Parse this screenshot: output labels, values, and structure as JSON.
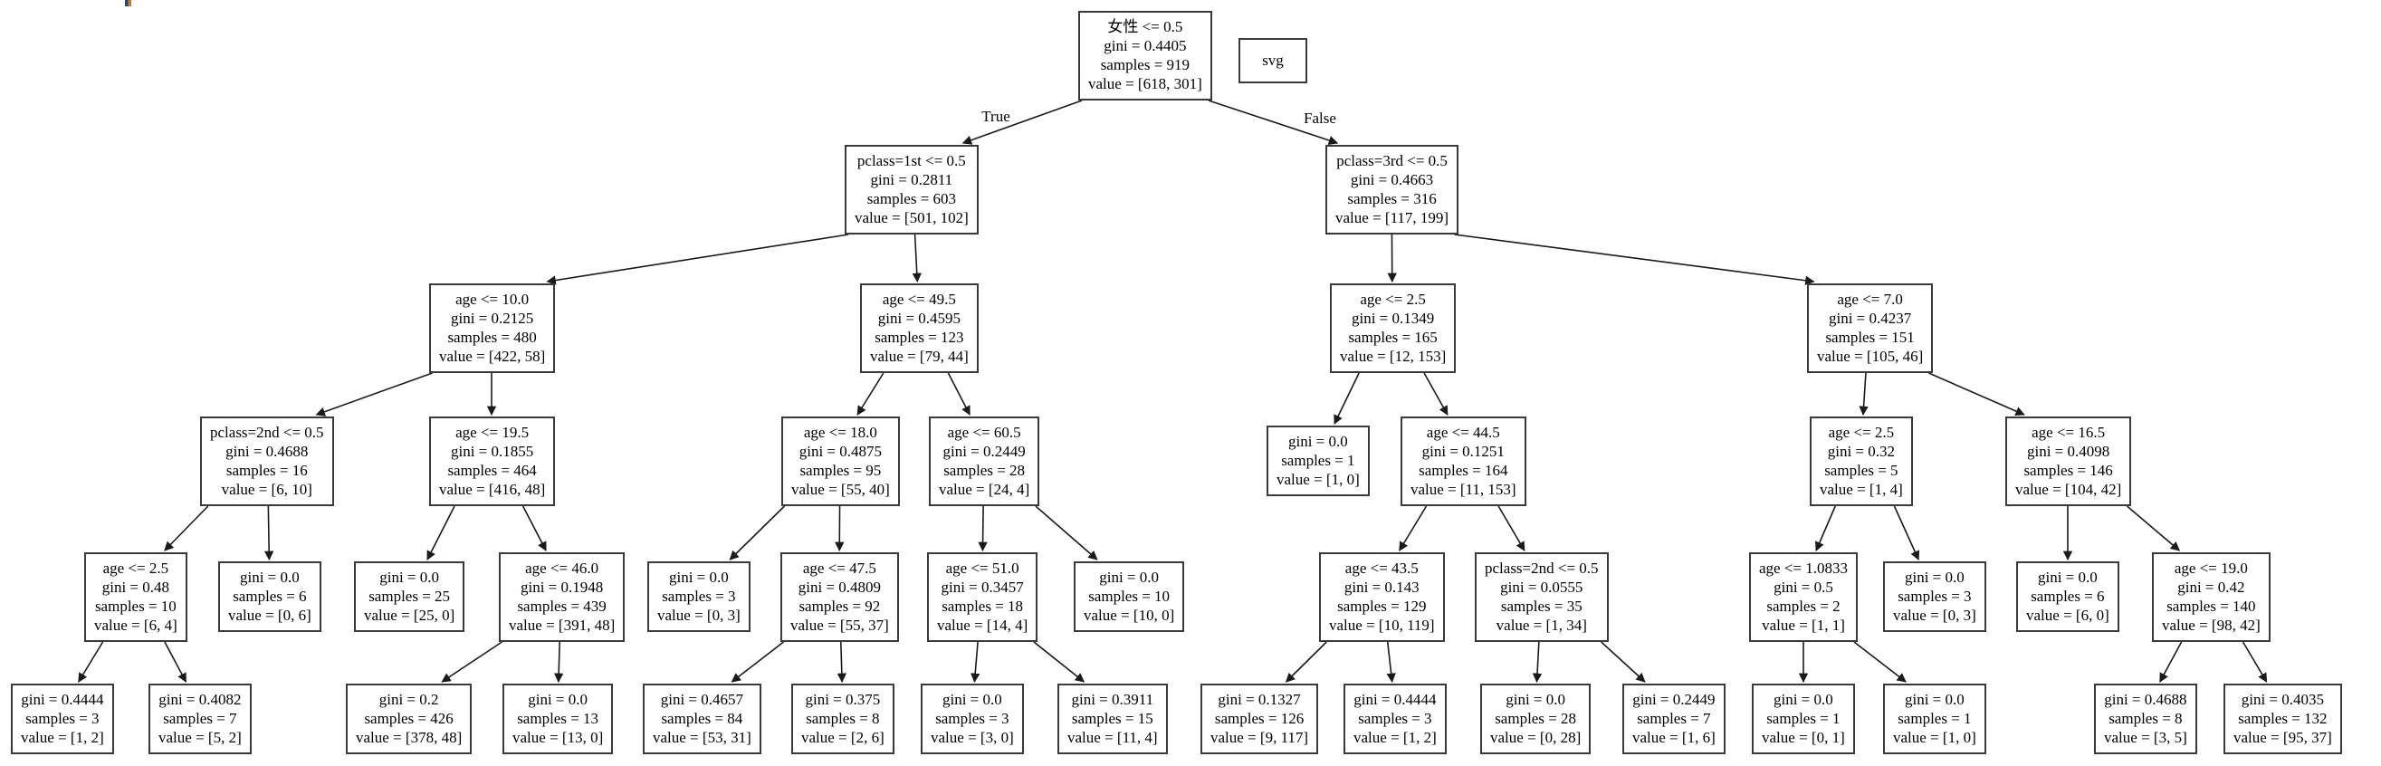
{
  "page": {
    "background": "#ffffff"
  },
  "colors": {
    "node_border": "#3a3a3a",
    "edge_stroke": "#1a1a1a",
    "text": "#000000"
  },
  "svg_badge": {
    "label": "svg"
  },
  "edge_labels": {
    "true_label": "True",
    "false_label": "False"
  },
  "tree": {
    "nodes": [
      {
        "id": "n0",
        "lines": [
          "女性 <= 0.5",
          "gini = 0.4405",
          "samples = 919",
          "value = [618, 301]"
        ]
      },
      {
        "id": "n1",
        "lines": [
          "pclass=1st <= 0.5",
          "gini = 0.2811",
          "samples = 603",
          "value = [501, 102]"
        ]
      },
      {
        "id": "n2",
        "lines": [
          "pclass=3rd <= 0.5",
          "gini = 0.4663",
          "samples = 316",
          "value = [117, 199]"
        ]
      },
      {
        "id": "n3",
        "lines": [
          "age <= 10.0",
          "gini = 0.2125",
          "samples = 480",
          "value = [422, 58]"
        ]
      },
      {
        "id": "n4",
        "lines": [
          "age <= 49.5",
          "gini = 0.4595",
          "samples = 123",
          "value = [79, 44]"
        ]
      },
      {
        "id": "n5",
        "lines": [
          "age <= 2.5",
          "gini = 0.1349",
          "samples = 165",
          "value = [12, 153]"
        ]
      },
      {
        "id": "n6",
        "lines": [
          "age <= 7.0",
          "gini = 0.4237",
          "samples = 151",
          "value = [105, 46]"
        ]
      },
      {
        "id": "n7",
        "lines": [
          "pclass=2nd <= 0.5",
          "gini = 0.4688",
          "samples = 16",
          "value = [6, 10]"
        ]
      },
      {
        "id": "n8",
        "lines": [
          "age <= 19.5",
          "gini = 0.1855",
          "samples = 464",
          "value = [416, 48]"
        ]
      },
      {
        "id": "n9",
        "lines": [
          "age <= 18.0",
          "gini = 0.4875",
          "samples = 95",
          "value = [55, 40]"
        ]
      },
      {
        "id": "n10",
        "lines": [
          "age <= 60.5",
          "gini = 0.2449",
          "samples = 28",
          "value = [24, 4]"
        ]
      },
      {
        "id": "n11",
        "lines": [
          "gini = 0.0",
          "samples = 1",
          "value = [1, 0]"
        ]
      },
      {
        "id": "n12",
        "lines": [
          "age <= 44.5",
          "gini = 0.1251",
          "samples = 164",
          "value = [11, 153]"
        ]
      },
      {
        "id": "n13",
        "lines": [
          "age <= 2.5",
          "gini = 0.32",
          "samples = 5",
          "value = [1, 4]"
        ]
      },
      {
        "id": "n14",
        "lines": [
          "age <= 16.5",
          "gini = 0.4098",
          "samples = 146",
          "value = [104, 42]"
        ]
      },
      {
        "id": "n15",
        "lines": [
          "age <= 2.5",
          "gini = 0.48",
          "samples = 10",
          "value = [6, 4]"
        ]
      },
      {
        "id": "n16",
        "lines": [
          "gini = 0.0",
          "samples = 6",
          "value = [0, 6]"
        ]
      },
      {
        "id": "n17",
        "lines": [
          "gini = 0.0",
          "samples = 25",
          "value = [25, 0]"
        ]
      },
      {
        "id": "n18",
        "lines": [
          "age <= 46.0",
          "gini = 0.1948",
          "samples = 439",
          "value = [391, 48]"
        ]
      },
      {
        "id": "n19",
        "lines": [
          "gini = 0.0",
          "samples = 3",
          "value = [0, 3]"
        ]
      },
      {
        "id": "n20",
        "lines": [
          "age <= 47.5",
          "gini = 0.4809",
          "samples = 92",
          "value = [55, 37]"
        ]
      },
      {
        "id": "n21",
        "lines": [
          "age <= 51.0",
          "gini = 0.3457",
          "samples = 18",
          "value = [14, 4]"
        ]
      },
      {
        "id": "n22",
        "lines": [
          "gini = 0.0",
          "samples = 10",
          "value = [10, 0]"
        ]
      },
      {
        "id": "n23",
        "lines": [
          "age <= 43.5",
          "gini = 0.143",
          "samples = 129",
          "value = [10, 119]"
        ]
      },
      {
        "id": "n24",
        "lines": [
          "pclass=2nd <= 0.5",
          "gini = 0.0555",
          "samples = 35",
          "value = [1, 34]"
        ]
      },
      {
        "id": "n25",
        "lines": [
          "age <= 1.0833",
          "gini = 0.5",
          "samples = 2",
          "value = [1, 1]"
        ]
      },
      {
        "id": "n26",
        "lines": [
          "gini = 0.0",
          "samples = 3",
          "value = [0, 3]"
        ]
      },
      {
        "id": "n27",
        "lines": [
          "gini = 0.0",
          "samples = 6",
          "value = [6, 0]"
        ]
      },
      {
        "id": "n28",
        "lines": [
          "age <= 19.0",
          "gini = 0.42",
          "samples = 140",
          "value = [98, 42]"
        ]
      },
      {
        "id": "n29",
        "lines": [
          "gini = 0.4444",
          "samples = 3",
          "value = [1, 2]"
        ]
      },
      {
        "id": "n30",
        "lines": [
          "gini = 0.4082",
          "samples = 7",
          "value = [5, 2]"
        ]
      },
      {
        "id": "n31",
        "lines": [
          "gini = 0.2",
          "samples = 426",
          "value = [378, 48]"
        ]
      },
      {
        "id": "n32",
        "lines": [
          "gini = 0.0",
          "samples = 13",
          "value = [13, 0]"
        ]
      },
      {
        "id": "n33",
        "lines": [
          "gini = 0.4657",
          "samples = 84",
          "value = [53, 31]"
        ]
      },
      {
        "id": "n34",
        "lines": [
          "gini = 0.375",
          "samples = 8",
          "value = [2, 6]"
        ]
      },
      {
        "id": "n35",
        "lines": [
          "gini = 0.0",
          "samples = 3",
          "value = [3, 0]"
        ]
      },
      {
        "id": "n36",
        "lines": [
          "gini = 0.3911",
          "samples = 15",
          "value = [11, 4]"
        ]
      },
      {
        "id": "n37",
        "lines": [
          "gini = 0.1327",
          "samples = 126",
          "value = [9, 117]"
        ]
      },
      {
        "id": "n38",
        "lines": [
          "gini = 0.4444",
          "samples = 3",
          "value = [1, 2]"
        ]
      },
      {
        "id": "n39",
        "lines": [
          "gini = 0.0",
          "samples = 28",
          "value = [0, 28]"
        ]
      },
      {
        "id": "n40",
        "lines": [
          "gini = 0.2449",
          "samples = 7",
          "value = [1, 6]"
        ]
      },
      {
        "id": "n41",
        "lines": [
          "gini = 0.0",
          "samples = 1",
          "value = [0, 1]"
        ]
      },
      {
        "id": "n42",
        "lines": [
          "gini = 0.0",
          "samples = 1",
          "value = [1, 0]"
        ]
      },
      {
        "id": "n43",
        "lines": [
          "gini = 0.4688",
          "samples = 8",
          "value = [3, 5]"
        ]
      },
      {
        "id": "n44",
        "lines": [
          "gini = 0.4035",
          "samples = 132",
          "value = [95, 37]"
        ]
      }
    ],
    "edges": [
      {
        "from": "n0",
        "to": "n1",
        "label": "True"
      },
      {
        "from": "n0",
        "to": "n2",
        "label": "False"
      },
      {
        "from": "n1",
        "to": "n3"
      },
      {
        "from": "n1",
        "to": "n4"
      },
      {
        "from": "n2",
        "to": "n5"
      },
      {
        "from": "n2",
        "to": "n6"
      },
      {
        "from": "n3",
        "to": "n7"
      },
      {
        "from": "n3",
        "to": "n8"
      },
      {
        "from": "n4",
        "to": "n9"
      },
      {
        "from": "n4",
        "to": "n10"
      },
      {
        "from": "n5",
        "to": "n11"
      },
      {
        "from": "n5",
        "to": "n12"
      },
      {
        "from": "n6",
        "to": "n13"
      },
      {
        "from": "n6",
        "to": "n14"
      },
      {
        "from": "n7",
        "to": "n15"
      },
      {
        "from": "n7",
        "to": "n16"
      },
      {
        "from": "n8",
        "to": "n17"
      },
      {
        "from": "n8",
        "to": "n18"
      },
      {
        "from": "n9",
        "to": "n19"
      },
      {
        "from": "n9",
        "to": "n20"
      },
      {
        "from": "n10",
        "to": "n21"
      },
      {
        "from": "n10",
        "to": "n22"
      },
      {
        "from": "n12",
        "to": "n23"
      },
      {
        "from": "n12",
        "to": "n24"
      },
      {
        "from": "n13",
        "to": "n25"
      },
      {
        "from": "n13",
        "to": "n26"
      },
      {
        "from": "n14",
        "to": "n27"
      },
      {
        "from": "n14",
        "to": "n28"
      },
      {
        "from": "n15",
        "to": "n29"
      },
      {
        "from": "n15",
        "to": "n30"
      },
      {
        "from": "n18",
        "to": "n31"
      },
      {
        "from": "n18",
        "to": "n32"
      },
      {
        "from": "n20",
        "to": "n33"
      },
      {
        "from": "n20",
        "to": "n34"
      },
      {
        "from": "n21",
        "to": "n35"
      },
      {
        "from": "n21",
        "to": "n36"
      },
      {
        "from": "n23",
        "to": "n37"
      },
      {
        "from": "n23",
        "to": "n38"
      },
      {
        "from": "n24",
        "to": "n39"
      },
      {
        "from": "n24",
        "to": "n40"
      },
      {
        "from": "n25",
        "to": "n41"
      },
      {
        "from": "n25",
        "to": "n42"
      },
      {
        "from": "n28",
        "to": "n43"
      },
      {
        "from": "n28",
        "to": "n44"
      }
    ]
  }
}
